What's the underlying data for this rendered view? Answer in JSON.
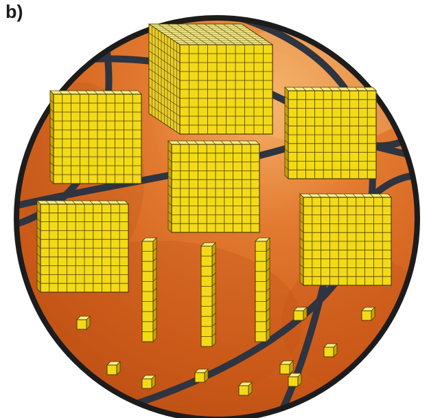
{
  "part_label": "b)",
  "colors": {
    "block_face": "#f3da18",
    "block_top": "#fbf08a",
    "block_side": "#c9a409",
    "grid_line": "#4a3a00",
    "ball_base": "#d8651e",
    "ball_light": "#f3a55c",
    "ball_dark": "#9a3d10",
    "ball_seam": "#2e3440",
    "ball_outline": "#1c1c1c"
  },
  "base_ten_blocks": {
    "thousand_cubes": 1,
    "hundred_flats": 5,
    "ten_rods": 3,
    "unit_cubes": 10
  }
}
